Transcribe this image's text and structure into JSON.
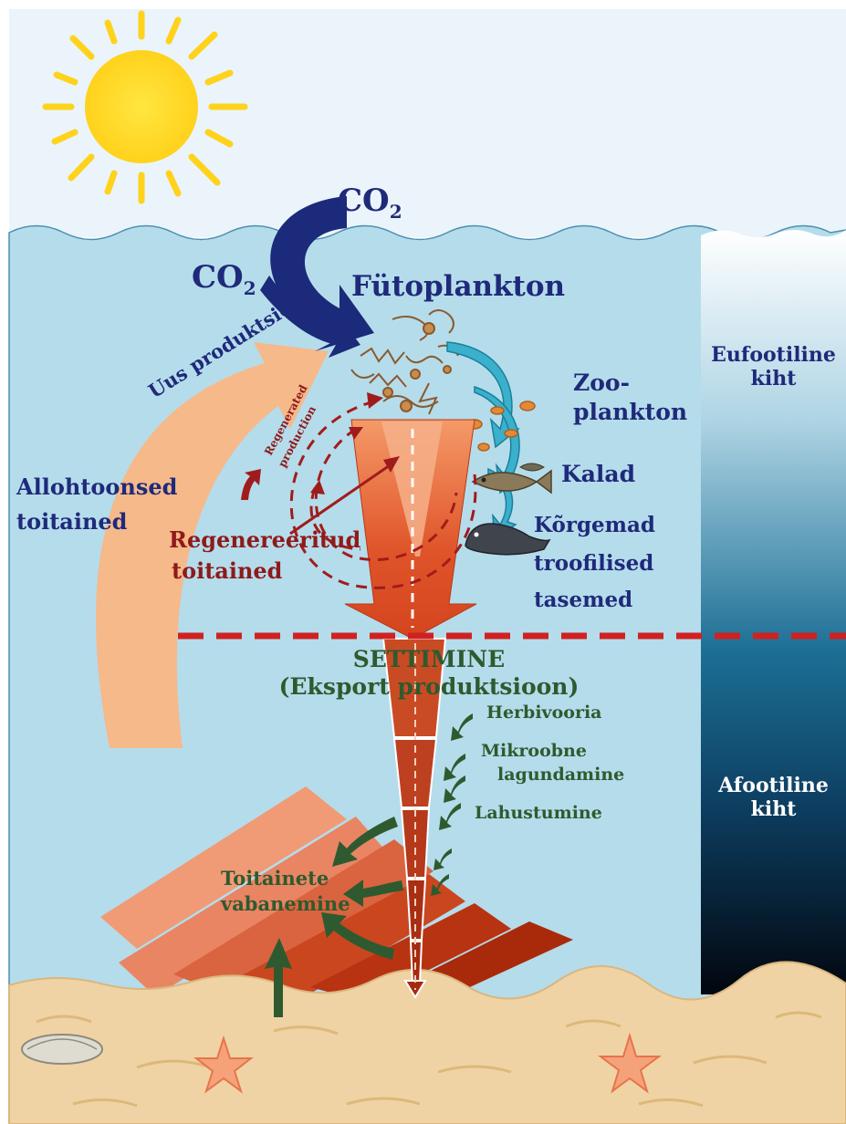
{
  "labels": {
    "co2_top": "CO",
    "co2_left": "CO",
    "co2_sub": "2",
    "phytoplankton": "Fütoplankton",
    "zooplankton_1": "Zoo-",
    "zooplankton_2": "plankton",
    "fish": "Kalad",
    "higher_levels_1": "Kõrgemad",
    "higher_levels_2": "troofilised",
    "higher_levels_3": "tasemed",
    "new_production": "Uus produktsioon",
    "regenerated_production_1": "Regenerated",
    "regenerated_production_2": "production",
    "allochthonous_1": "Allohtoonsed",
    "allochthonous_2": "toitained",
    "regenerated_nutrients_1": "Regenereeritud",
    "regenerated_nutrients_2": "toitained",
    "settling": "SETTIMINE",
    "export_production": "(Eksport produktsioon)",
    "herbivory": "Herbivooria",
    "microbial_1": "Mikroobne",
    "microbial_2": "lagundamine",
    "dissolution": "Lahustumine",
    "nutrient_release_1": "Toitainete",
    "nutrient_release_2": "vabanemine",
    "euphotic_1": "Eufootiline",
    "euphotic_2": "kiht",
    "aphotic_1": "Afootiline",
    "aphotic_2": "kiht"
  },
  "colors": {
    "sky": "#eaf4fa",
    "water": "#b5dceb",
    "sediment": "#f0d3a4",
    "navy_text": "#1f2a7a",
    "maroon_text": "#8e1a1a",
    "green_text": "#2f5a2f",
    "co2_arrow": "#1b2a7a",
    "export_arrow": "#e0542a",
    "allochthonous_arrow": "#f6b98a",
    "boundary_line": "#d02121"
  },
  "icons": [
    "sun-icon",
    "phytoplankton-cluster",
    "zooplankton-icon",
    "fish-icon",
    "seal-icon",
    "starfish-icon",
    "shell-icon"
  ]
}
